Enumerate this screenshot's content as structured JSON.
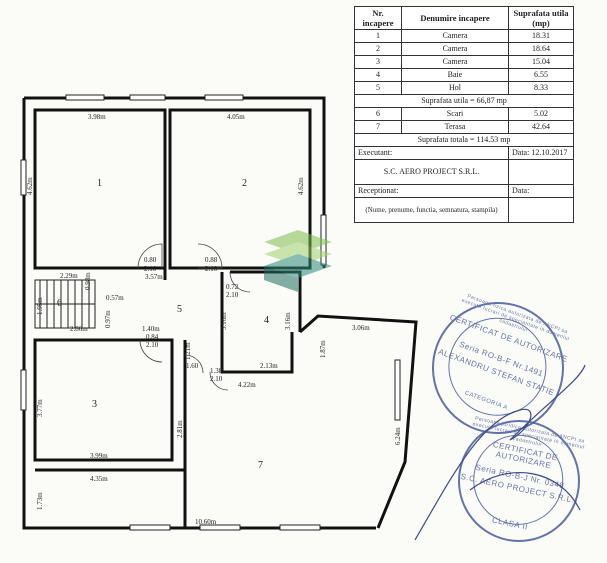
{
  "table": {
    "headers": {
      "nr": "Nr. incapere",
      "name": "Denumire incapere",
      "area": "Suprafata utila (mp)"
    },
    "rows": [
      {
        "nr": "1",
        "name": "Camera",
        "area": "18.31"
      },
      {
        "nr": "2",
        "name": "Camera",
        "area": "18.64"
      },
      {
        "nr": "3",
        "name": "Camera",
        "area": "15.04"
      },
      {
        "nr": "4",
        "name": "Baie",
        "area": "6.55"
      },
      {
        "nr": "5",
        "name": "Hol",
        "area": "8.33"
      }
    ],
    "subtotal": "Suprafata utila = 66,87 mp",
    "rows2": [
      {
        "nr": "6",
        "name": "Scari",
        "area": "5.02"
      },
      {
        "nr": "7",
        "name": "Terasa",
        "area": "42.64"
      }
    ],
    "total": "Suprafata totala = 114.53 mp",
    "executant_label": "Executant:",
    "date_label": "Data: 12.10.2017",
    "company": "S.C. AERO PROJECT S.R.L.",
    "receptionat_label": "Receptionat:",
    "data_label": "Data:",
    "note": "(Nume, prenume, functia, semnatura, stampila)"
  },
  "plan": {
    "rooms": {
      "r1": "1",
      "r2": "2",
      "r3": "3",
      "r4": "4",
      "r5": "5",
      "r6": "6",
      "r7": "7"
    },
    "dims": {
      "d1": "3.98m",
      "d2": "4.05m",
      "d3": "4.62m",
      "d4": "4.62m",
      "d5": "0.80",
      "d6": "2.10",
      "d7": "0.88",
      "d8": "2.10",
      "d9": "2.29m",
      "d10": "3.57m",
      "d11": "0.98m",
      "d12": "0.57m",
      "d13": "1.95m",
      "d14": "0.72",
      "d15": "2.10",
      "d16": "3.16m",
      "d17": "3.16m",
      "d18": "3.06m",
      "d19": "2.86m",
      "d20": "0.97m",
      "d21": "1.40m",
      "d22": "0.84",
      "d23": "2.10",
      "d24": "1.21m",
      "d25": "1.87m",
      "d26": "1.60",
      "d27": "1.38",
      "d28": "2.10",
      "d29": "2.13m",
      "d30": "4.22m",
      "d31": "3.77m",
      "d32": "2.81m",
      "d33": "6.24m",
      "d34": "3.99m",
      "d35": "4.35m",
      "d36": "1.73m",
      "d37": "10.60m"
    }
  },
  "stamp1": {
    "title": "CERTIFICAT DE AUTORIZARE",
    "series": "Seria RO-B-F Nr.1491",
    "name": "ALEXANDRU STEFAN STATIE",
    "category": "CATEGORIA A",
    "ring": "Persoana fizica autorizata de ANCPI sa execute lucrari de specialitate in domeniul cadastrului"
  },
  "stamp2": {
    "title": "CERTIFICAT DE AUTORIZARE",
    "series": "Seria RO-B-J Nr. 0348",
    "company": "S.C. AERO PROJECT S.R.L.",
    "class": "CLASA II",
    "ring": "Persoana juridica autorizata de ANCPI sa execute lucrari de specialitate in domeniul cadastrului"
  },
  "colors": {
    "stamp": "#4a5c99",
    "logo_green": "#7fbf4d",
    "logo_teal": "#2e8c7a"
  }
}
